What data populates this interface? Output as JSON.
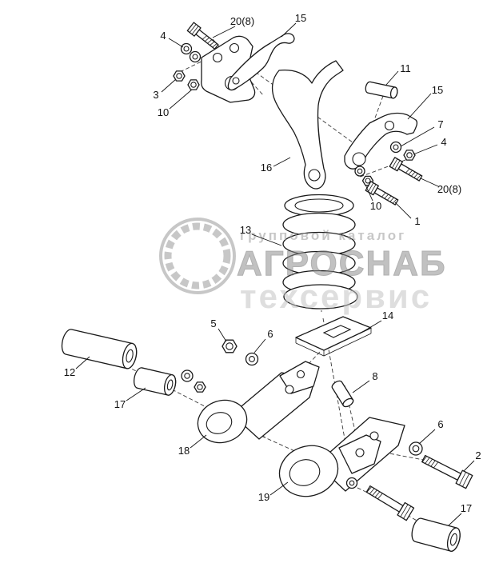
{
  "colors": {
    "line": "#1a1a1a",
    "watermark_dark": "#8f8f8f",
    "watermark_light": "#c4c4c4"
  },
  "watermark": {
    "tagline": "групповой каталог",
    "brand": "АГРОСНАБ",
    "subtitle": "техсервис"
  },
  "callouts": [
    {
      "id": "callout-20-8-top",
      "label": "20(8)"
    },
    {
      "id": "callout-15-top",
      "label": "15"
    },
    {
      "id": "callout-4-top-left",
      "label": "4"
    },
    {
      "id": "callout-3",
      "label": "3"
    },
    {
      "id": "callout-10-left",
      "label": "10"
    },
    {
      "id": "callout-11",
      "label": "11"
    },
    {
      "id": "callout-15-right",
      "label": "15"
    },
    {
      "id": "callout-7",
      "label": "7"
    },
    {
      "id": "callout-4-right",
      "label": "4"
    },
    {
      "id": "callout-20-8-right",
      "label": "20(8)"
    },
    {
      "id": "callout-10-right",
      "label": "10"
    },
    {
      "id": "callout-1",
      "label": "1"
    },
    {
      "id": "callout-16",
      "label": "16"
    },
    {
      "id": "callout-13",
      "label": "13"
    },
    {
      "id": "callout-14",
      "label": "14"
    },
    {
      "id": "callout-5",
      "label": "5"
    },
    {
      "id": "callout-6-mid",
      "label": "6"
    },
    {
      "id": "callout-12",
      "label": "12"
    },
    {
      "id": "callout-17-left",
      "label": "17"
    },
    {
      "id": "callout-8",
      "label": "8"
    },
    {
      "id": "callout-18",
      "label": "18"
    },
    {
      "id": "callout-6-right",
      "label": "6"
    },
    {
      "id": "callout-2",
      "label": "2"
    },
    {
      "id": "callout-19",
      "label": "19"
    },
    {
      "id": "callout-17-bottom",
      "label": "17"
    }
  ]
}
